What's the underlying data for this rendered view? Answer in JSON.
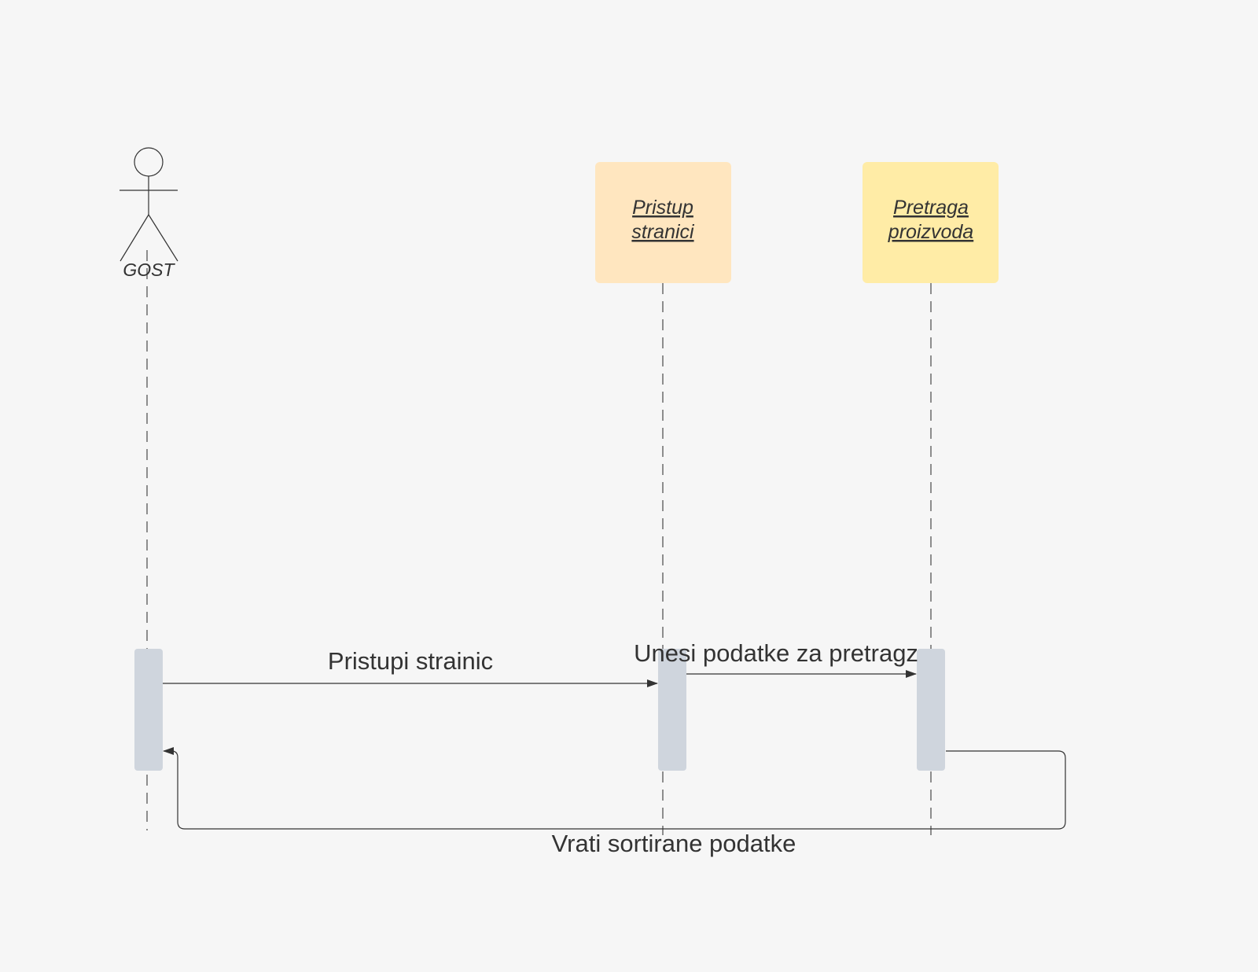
{
  "diagram": {
    "type": "sequence",
    "actor": {
      "label": "GOST"
    },
    "objects": [
      {
        "lines": [
          "Pristup",
          "stranici"
        ],
        "fill": "#ffe6bf"
      },
      {
        "lines": [
          "Pretraga",
          "proizvoda"
        ],
        "fill": "#ffeca6"
      }
    ],
    "messages": [
      {
        "label": "Pristupi strainic",
        "from": "GOST",
        "to": "Pristup stranici"
      },
      {
        "label": "Unesi podatke za pretragz",
        "from": "Pristup stranici",
        "to": "Pretraga proizvoda"
      },
      {
        "label": "Vrati sortirane podatke",
        "from": "Pretraga proizvoda",
        "to": "GOST"
      }
    ],
    "colors": {
      "background": "#f6f6f6",
      "activation": "#cfd5dd",
      "line": "#333333"
    }
  }
}
